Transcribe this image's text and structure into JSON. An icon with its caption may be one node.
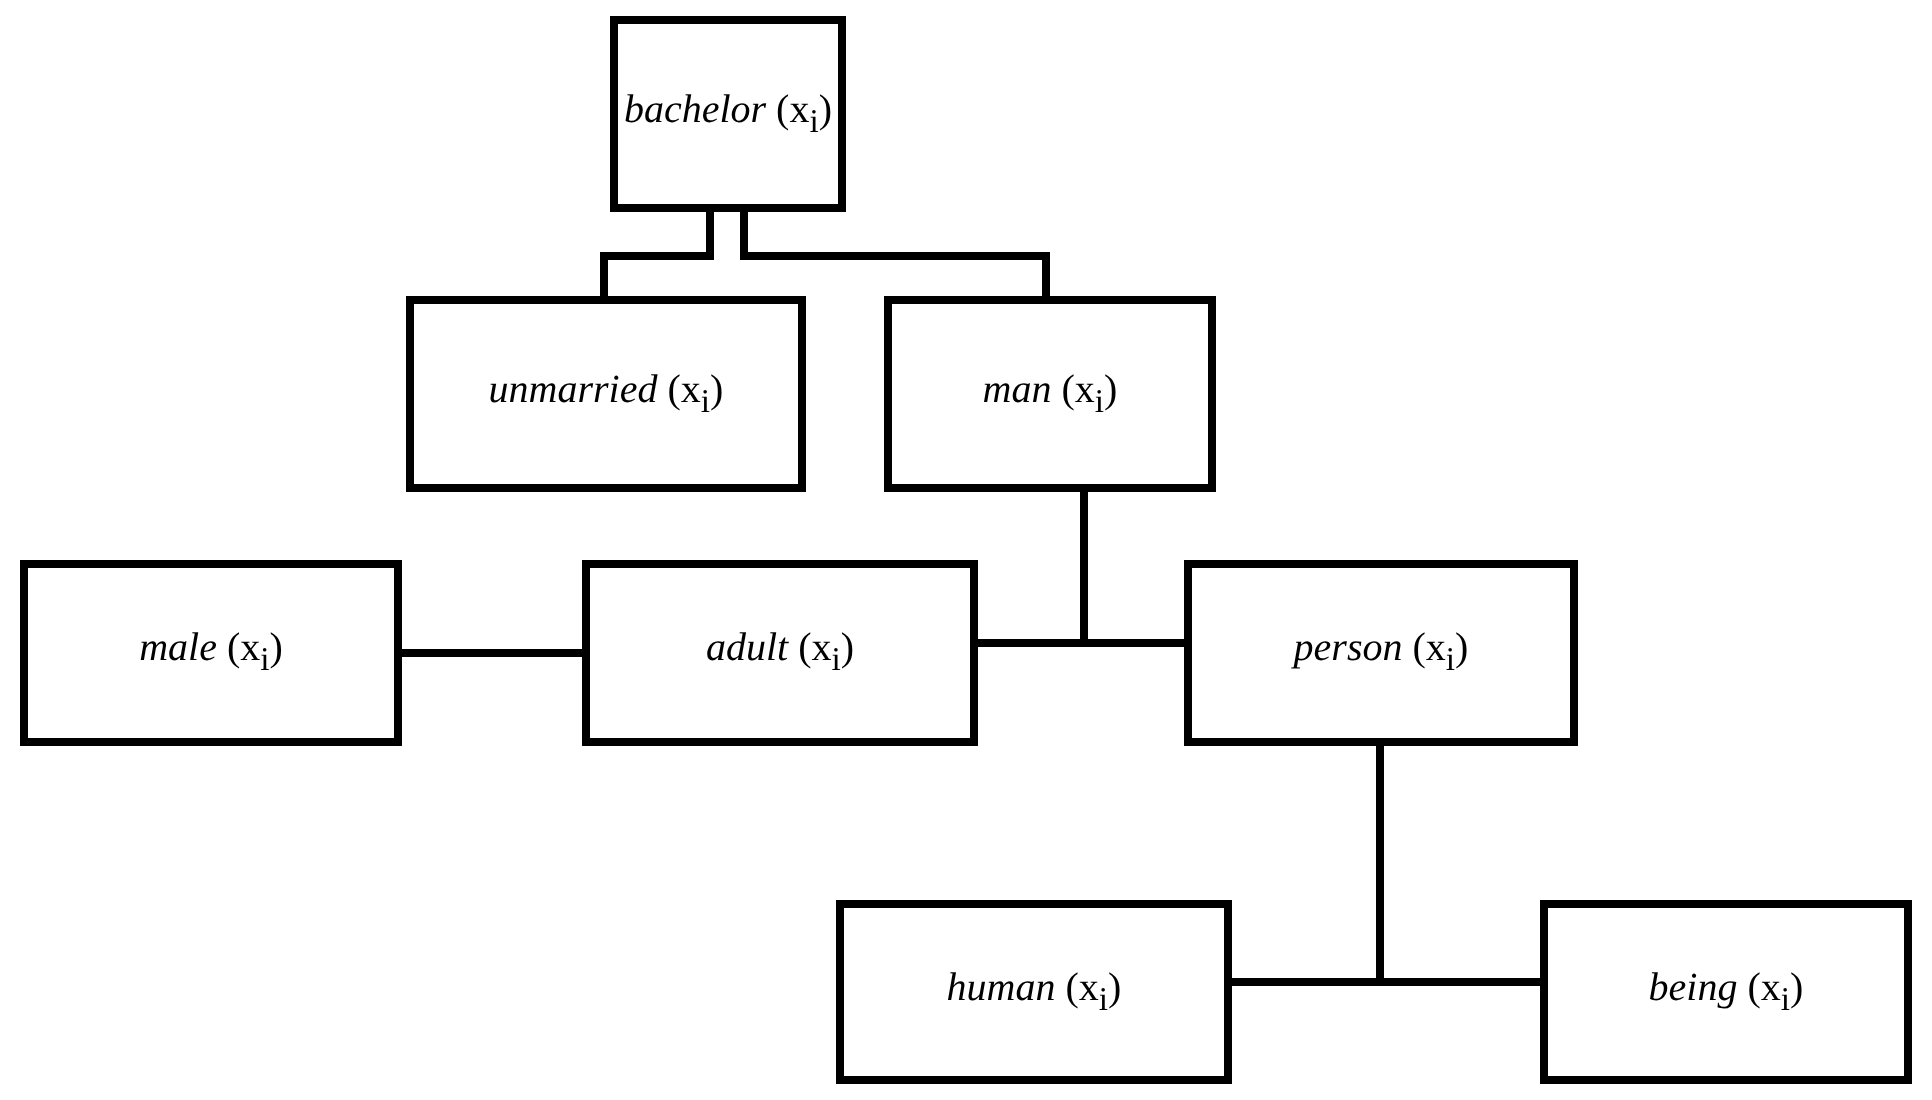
{
  "diagram": {
    "nodes": [
      {
        "text": [
          "*bachelor* (x$_{i}$)"
        ]
      },
      {
        "text": [
          "*unmarried* (x$_{i}$)"
        ]
      },
      {
        "text": [
          "*man* (x$_{i}$)"
        ]
      },
      {
        "text": [
          "*male* (x$_{i}$)"
        ]
      },
      {
        "text": [
          "*adult* (x$_{i}$)"
        ]
      },
      {
        "text": [
          "*person* (x$_{i}$)"
        ]
      },
      {
        "text": [
          "*human* (x$_{i}$)"
        ]
      },
      {
        "text": [
          "*being* (x$_{i}$)"
        ]
      }
    ],
    "edges": [
      {
        "from": 0,
        "to": 1,
        "arrow": "none"
      },
      {
        "from": 0,
        "to": 2,
        "arrow": "none"
      },
      {
        "from": 2,
        "to": 4,
        "arrow": "none"
      },
      {
        "from": 2,
        "to": 5,
        "arrow": "none"
      },
      {
        "from": 3,
        "to": 4,
        "arrow": "none"
      },
      {
        "from": 5,
        "to": 6,
        "arrow": "none"
      },
      {
        "from": 5,
        "to": 7,
        "arrow": "none"
      }
    ]
  }
}
